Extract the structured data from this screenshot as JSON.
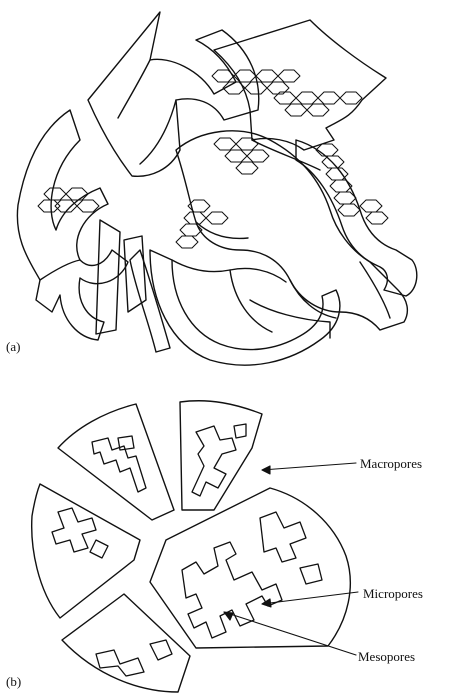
{
  "panel_a": {
    "label": "(a)"
  },
  "panel_b": {
    "label": "(b)",
    "annotations": [
      "Macropores",
      "Micropores",
      "Mesopores"
    ]
  }
}
